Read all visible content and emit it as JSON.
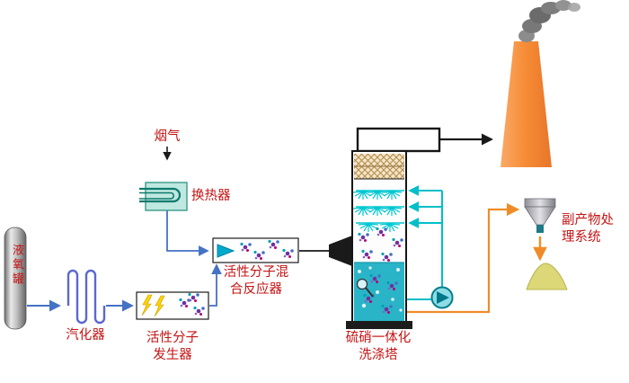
{
  "diagram": {
    "type": "flue-gas-treatment-process-flow",
    "labels": {
      "flue_gas": "烟气",
      "heat_exchanger": "换热器",
      "oxygen_tank": "液氧罐",
      "vaporizer": "汽化器",
      "generator": "活性分子\n发生器",
      "mixing_reactor": "活性分子混\n合反应器",
      "washing_tower": "硫硝一体化\n洗涤塔",
      "byproduct_system": "副产物处\n理系统"
    },
    "colors": {
      "label": "#c41414",
      "pipe_blue": "#4472c4",
      "pipe_cyan": "#00bfc8",
      "pipe_orange": "#f08c28",
      "pipe_black": "#1a1a1a",
      "liquid": "#2ab4c8",
      "spray": "#00c8d2",
      "chimney_light": "#f9a966",
      "chimney_dark": "#e8762a",
      "smoke": "#7a7a7a",
      "pile": "#dcd878",
      "exchanger_body": "#bfe8e0",
      "exchanger_tube": "#0e7a6e"
    }
  }
}
